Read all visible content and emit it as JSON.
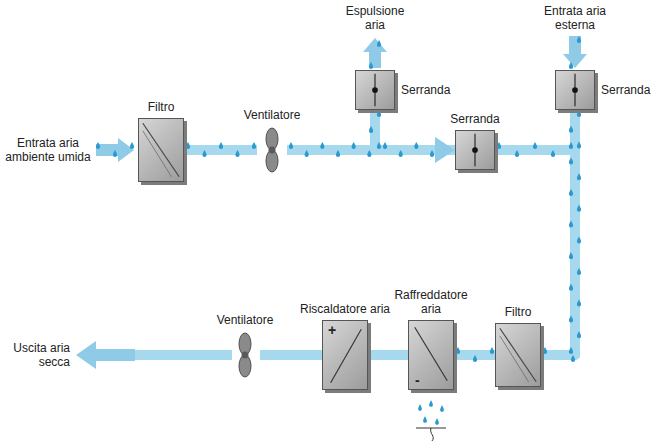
{
  "diagram": {
    "nodes": [
      {
        "text": [
          "Filtro"
        ]
      },
      {
        "text": [
          "Ventilatore"
        ]
      },
      {
        "text": [
          "Serranda"
        ]
      },
      {
        "text": [
          "Serranda"
        ]
      },
      {
        "text": [
          "Serranda"
        ]
      },
      {
        "text": [
          "Ventilatore"
        ]
      },
      {
        "text": [
          "Riscaldatore aria",
          "+"
        ]
      },
      {
        "text": [
          "Raffreddatore aria",
          "-"
        ]
      },
      {
        "text": [
          "Filtro"
        ]
      }
    ],
    "edges": [
      {
        "from": 0,
        "to": 1,
        "arrow": "none"
      },
      {
        "from": 1,
        "to": 2,
        "arrow": "none"
      },
      {
        "from": 1,
        "to": 3,
        "arrow": "to"
      },
      {
        "from": 3,
        "to": 8,
        "arrow": "none"
      },
      {
        "from": 4,
        "to": 8,
        "arrow": "none"
      },
      {
        "from": 8,
        "to": 7,
        "arrow": "none"
      },
      {
        "from": 7,
        "to": 6,
        "arrow": "none"
      },
      {
        "from": 6,
        "to": 5,
        "arrow": "none"
      }
    ],
    "labels": [
      "Entrata aria ambiente umida",
      "Espulsione aria",
      "Entrata aria esterna",
      "Uscita aria secca"
    ]
  }
}
